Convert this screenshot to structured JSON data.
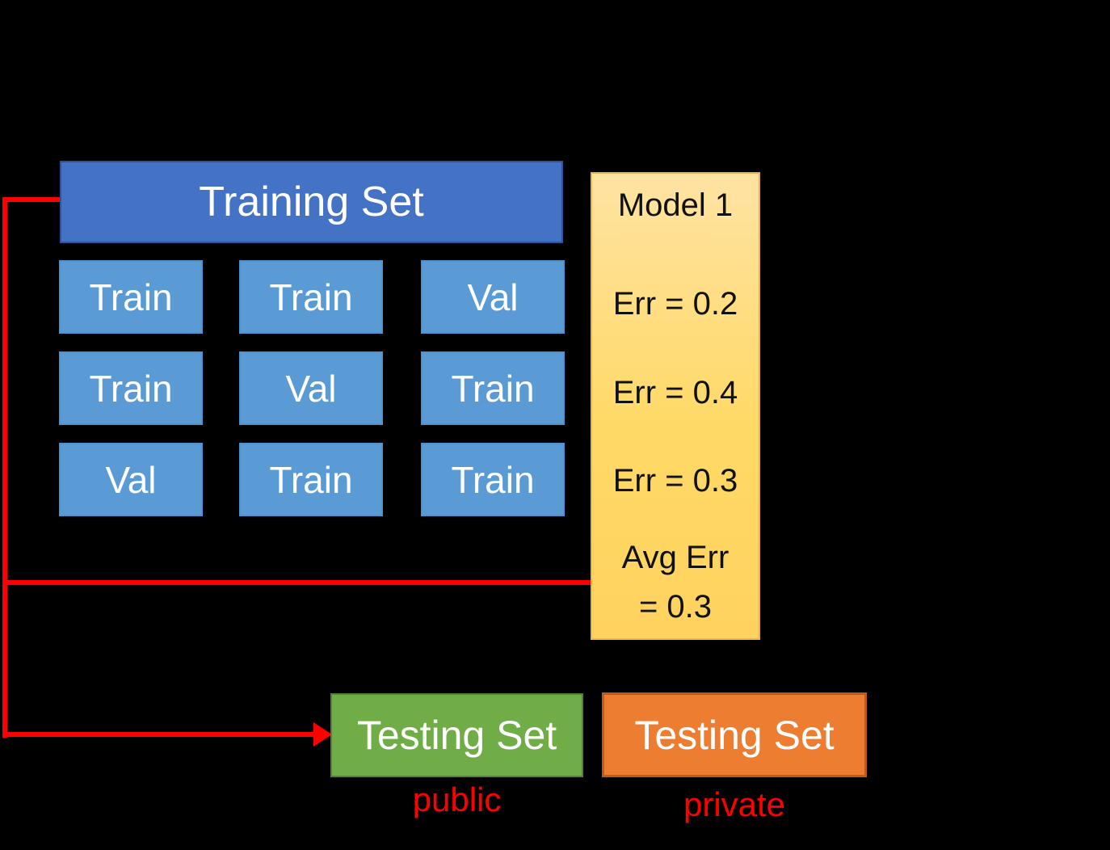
{
  "diagram": {
    "training_set": {
      "label": "Training Set"
    },
    "grid": {
      "rows": [
        {
          "cells": [
            "Train",
            "Train",
            "Val"
          ]
        },
        {
          "cells": [
            "Train",
            "Val",
            "Train"
          ]
        },
        {
          "cells": [
            "Val",
            "Train",
            "Train"
          ]
        }
      ]
    },
    "model_panel": {
      "title": "Model 1",
      "errors": [
        "Err = 0.2",
        "Err = 0.4",
        "Err = 0.3"
      ],
      "avg_error_line1": "Avg Err",
      "avg_error_line2": "= 0.3"
    },
    "testing_public": {
      "label": "Testing Set",
      "sublabel": "public"
    },
    "testing_private": {
      "label": "Testing Set",
      "sublabel": "private"
    },
    "colors": {
      "background": "#000000",
      "header_blue": "#4472C4",
      "fold_blue": "#5B9BD5",
      "model_yellow": "#FFD966",
      "testing_green": "#70AD47",
      "testing_orange": "#ED7D31",
      "connector_red": "#FF0000",
      "text_white": "#FFFFFF",
      "text_black": "#111111"
    }
  }
}
